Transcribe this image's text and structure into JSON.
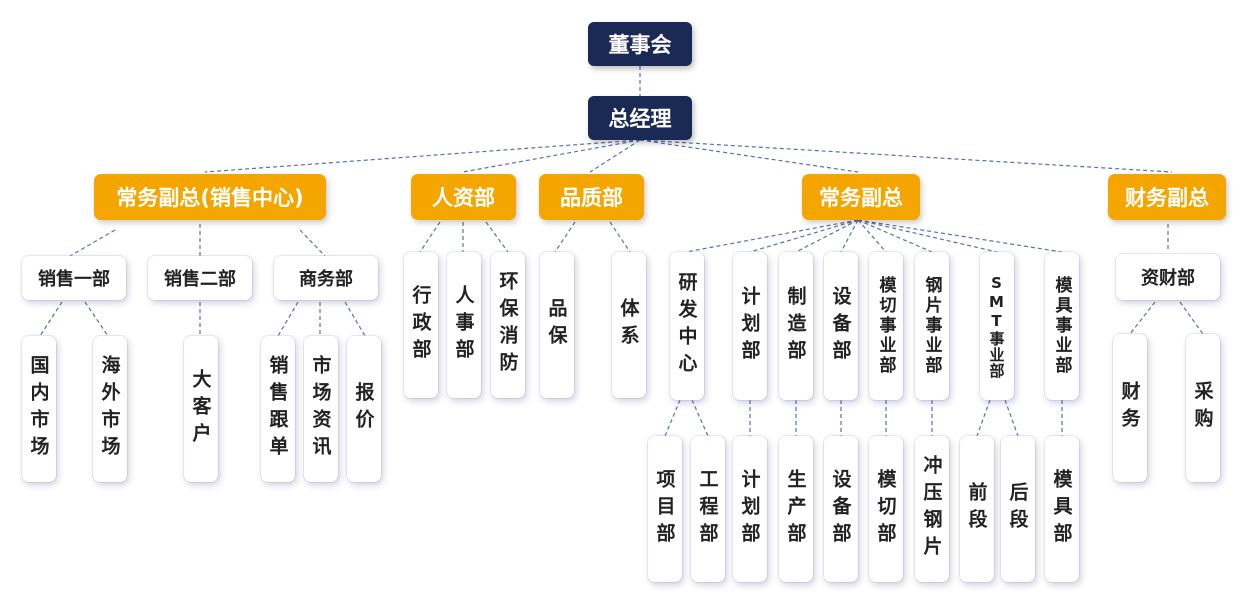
{
  "chart": {
    "board": "董事会",
    "gm": "总经理",
    "vp_sales": "常务副总(销售中心)",
    "hr": "人资部",
    "quality": "品质部",
    "vp_exec": "常务副总",
    "vp_finance": "财务副总",
    "sales1": "销售一部",
    "sales2": "销售二部",
    "commerce": "商务部",
    "domestic": "国内市场",
    "overseas": "海外市场",
    "key_account": "大客户",
    "sales_followup": "销售跟单",
    "market_info": "市场资讯",
    "quotation": "报价",
    "admin": "行政部",
    "personnel": "人事部",
    "eh_fire": "环保消防",
    "qa": "品保",
    "system": "体系",
    "rd": "研发中心",
    "planning": "计划部",
    "manufacturing": "制造部",
    "equipment": "设备部",
    "die_cut_bu": "模切事业部",
    "steel_bu": "钢片事业部",
    "smt_bu": "SMT事业部",
    "mold_bu": "模具事业部",
    "project": "项目部",
    "engineering": "工程部",
    "planning2": "计划部",
    "production": "生产部",
    "equipment2": "设备部",
    "die_cut": "模切部",
    "stamping": "冲压钢片",
    "front": "前段",
    "back": "后段",
    "mold": "模具部",
    "fin_dept": "资财部",
    "finance": "财务",
    "purchasing": "采购"
  }
}
